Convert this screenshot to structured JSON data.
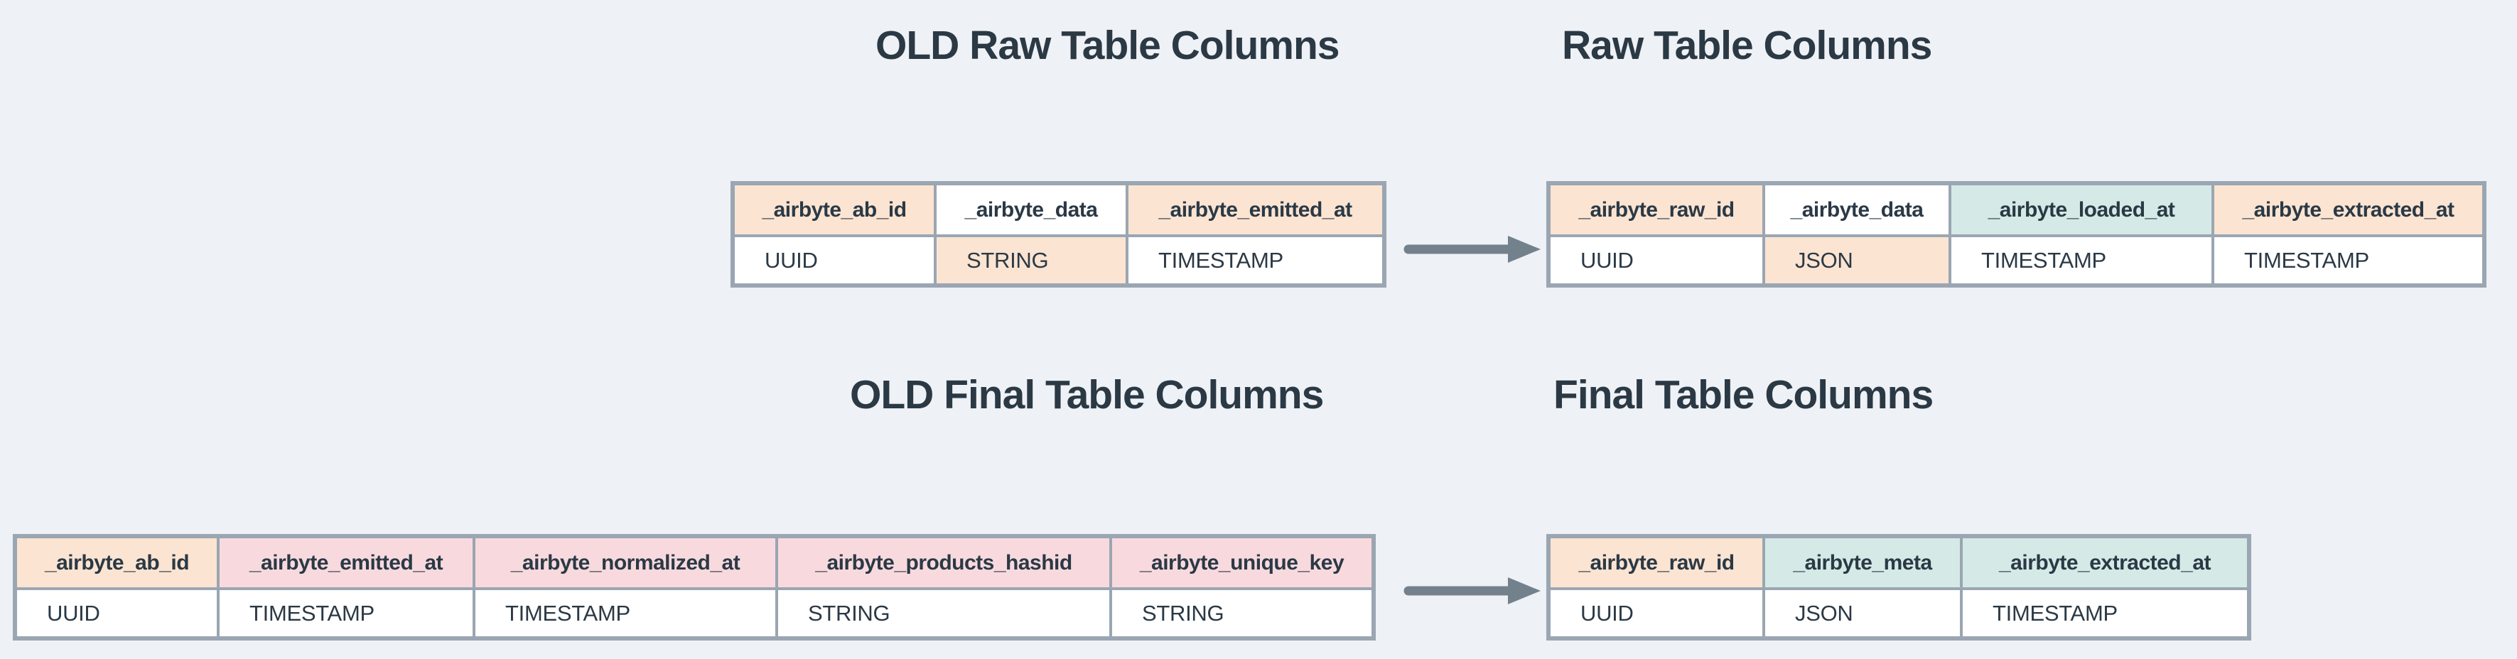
{
  "diagram": {
    "background": "#eef1f5",
    "text_color": "#2b3945",
    "border_color": "#9aa6b2",
    "arrow_color": "#73818d",
    "cell_colors": {
      "peach": "#fbe4d2",
      "teal": "#d5eae6",
      "pink": "#f8dade",
      "white": "#ffffff"
    }
  },
  "tables": {
    "old_raw": {
      "title": "OLD Raw Table Columns",
      "columns": [
        {
          "name": "_airbyte_ab_id",
          "type": "UUID",
          "header_bg": "#fbe4d2",
          "type_bg": "#ffffff"
        },
        {
          "name": "_airbyte_data",
          "type": "STRING",
          "header_bg": "#ffffff",
          "type_bg": "#fbe4d2"
        },
        {
          "name": "_airbyte_emitted_at",
          "type": "TIMESTAMP",
          "header_bg": "#fbe4d2",
          "type_bg": "#ffffff"
        }
      ]
    },
    "raw": {
      "title": "Raw Table Columns",
      "columns": [
        {
          "name": "_airbyte_raw_id",
          "type": "UUID",
          "header_bg": "#fbe4d2",
          "type_bg": "#ffffff"
        },
        {
          "name": "_airbyte_data",
          "type": "JSON",
          "header_bg": "#ffffff",
          "type_bg": "#fbe4d2"
        },
        {
          "name": "_airbyte_loaded_at",
          "type": "TIMESTAMP",
          "header_bg": "#d5eae6",
          "type_bg": "#ffffff"
        },
        {
          "name": "_airbyte_extracted_at",
          "type": "TIMESTAMP",
          "header_bg": "#fbe4d2",
          "type_bg": "#ffffff"
        }
      ]
    },
    "old_final": {
      "title": "OLD Final Table Columns",
      "columns": [
        {
          "name": "_airbyte_ab_id",
          "type": "UUID",
          "header_bg": "#fbe4d2",
          "type_bg": "#ffffff"
        },
        {
          "name": "_airbyte_emitted_at",
          "type": "TIMESTAMP",
          "header_bg": "#f8dade",
          "type_bg": "#ffffff"
        },
        {
          "name": "_airbyte_normalized_at",
          "type": "TIMESTAMP",
          "header_bg": "#f8dade",
          "type_bg": "#ffffff"
        },
        {
          "name": "_airbyte_products_hashid",
          "type": "STRING",
          "header_bg": "#f8dade",
          "type_bg": "#ffffff"
        },
        {
          "name": "_airbyte_unique_key",
          "type": "STRING",
          "header_bg": "#f8dade",
          "type_bg": "#ffffff"
        }
      ]
    },
    "final": {
      "title": "Final Table Columns",
      "columns": [
        {
          "name": "_airbyte_raw_id",
          "type": "UUID",
          "header_bg": "#fbe4d2",
          "type_bg": "#ffffff"
        },
        {
          "name": "_airbyte_meta",
          "type": "JSON",
          "header_bg": "#d5eae6",
          "type_bg": "#ffffff"
        },
        {
          "name": "_airbyte_extracted_at",
          "type": "TIMESTAMP",
          "header_bg": "#d5eae6",
          "type_bg": "#ffffff"
        }
      ]
    }
  }
}
